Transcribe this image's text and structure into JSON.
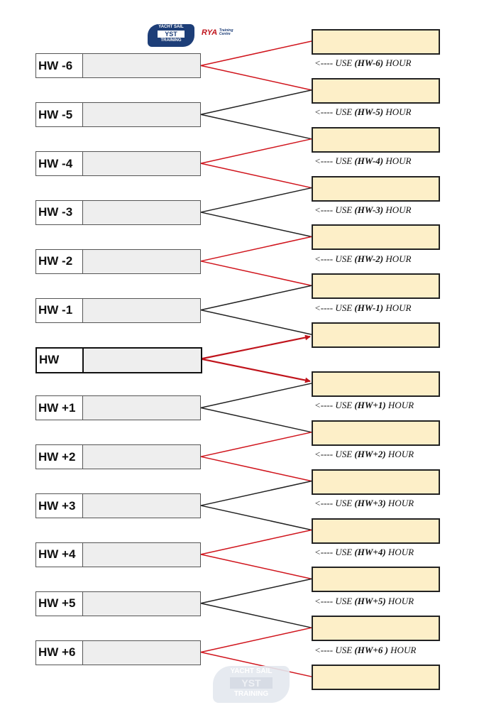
{
  "logos": {
    "yst_top": "YACHT SAIL",
    "yst_mid": "YST",
    "yst_bottom": "TRAINING",
    "rya": "RYA",
    "rya_sub": "Training Centre"
  },
  "colors": {
    "red": "#d0141c",
    "black": "#222222",
    "box_fill": "#fdefc8",
    "input_fill": "#eeeeee"
  },
  "rows": [
    {
      "label": "HW -6",
      "color": "red",
      "use_prefix": "<---- USE ",
      "use_hour": "(HW-6)",
      "use_suffix": " HOUR"
    },
    {
      "label": "HW -5",
      "color": "black",
      "use_prefix": "<---- USE ",
      "use_hour": "(HW-5)",
      "use_suffix": " HOUR"
    },
    {
      "label": "HW -4",
      "color": "red",
      "use_prefix": "<---- USE ",
      "use_hour": "(HW-4)",
      "use_suffix": " HOUR"
    },
    {
      "label": "HW -3",
      "color": "black",
      "use_prefix": "<---- USE ",
      "use_hour": "(HW-3)",
      "use_suffix": " HOUR"
    },
    {
      "label": "HW -2",
      "color": "red",
      "use_prefix": "<---- USE ",
      "use_hour": "(HW-2)",
      "use_suffix": " HOUR"
    },
    {
      "label": "HW -1",
      "color": "black",
      "use_prefix": "<---- USE ",
      "use_hour": "(HW-1)",
      "use_suffix": " HOUR"
    },
    {
      "label": "HW",
      "color": "red",
      "arrows": true
    },
    {
      "label": "HW +1",
      "color": "black",
      "use_prefix": "<---- USE ",
      "use_hour": "(HW+1)",
      "use_suffix": " HOUR"
    },
    {
      "label": "HW +2",
      "color": "red",
      "use_prefix": "<---- USE ",
      "use_hour": "(HW+2)",
      "use_suffix": " HOUR"
    },
    {
      "label": "HW +3",
      "color": "black",
      "use_prefix": "<---- USE ",
      "use_hour": "(HW+3)",
      "use_suffix": " HOUR"
    },
    {
      "label": "HW +4",
      "color": "red",
      "use_prefix": "<---- USE ",
      "use_hour": "(HW+4)",
      "use_suffix": " HOUR"
    },
    {
      "label": "HW +5",
      "color": "black",
      "use_prefix": "<---- USE ",
      "use_hour": "(HW+5)",
      "use_suffix": " HOUR"
    },
    {
      "label": "HW +6",
      "color": "red",
      "use_prefix": "<---- USE ",
      "use_hour": "(HW+6 )",
      "use_suffix": " HOUR"
    }
  ]
}
